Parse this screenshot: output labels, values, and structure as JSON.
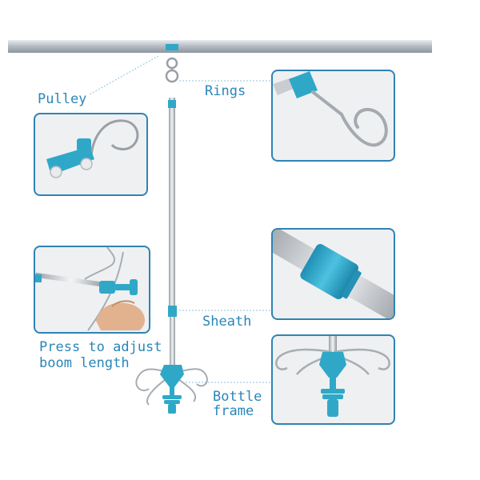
{
  "labels": {
    "pulley": "Pulley",
    "rings": "Rings",
    "sheath": "Sheath",
    "bottle_frame_line1": "Bottle",
    "bottle_frame_line2": "frame",
    "adjust_line1": "Press to adjust",
    "adjust_line2": "boom length"
  },
  "colors": {
    "accent": "#2fa8c8",
    "label": "#2a86b8",
    "panel_border": "#2f83b4",
    "rail": "#aab1b8",
    "pole": "#c9ccd0"
  },
  "icons": [
    "track-rail",
    "pulley-hook",
    "iv-pole",
    "ring-hook",
    "sheath-collar",
    "bottle-frame-hooks",
    "adjust-clamp-hand"
  ]
}
